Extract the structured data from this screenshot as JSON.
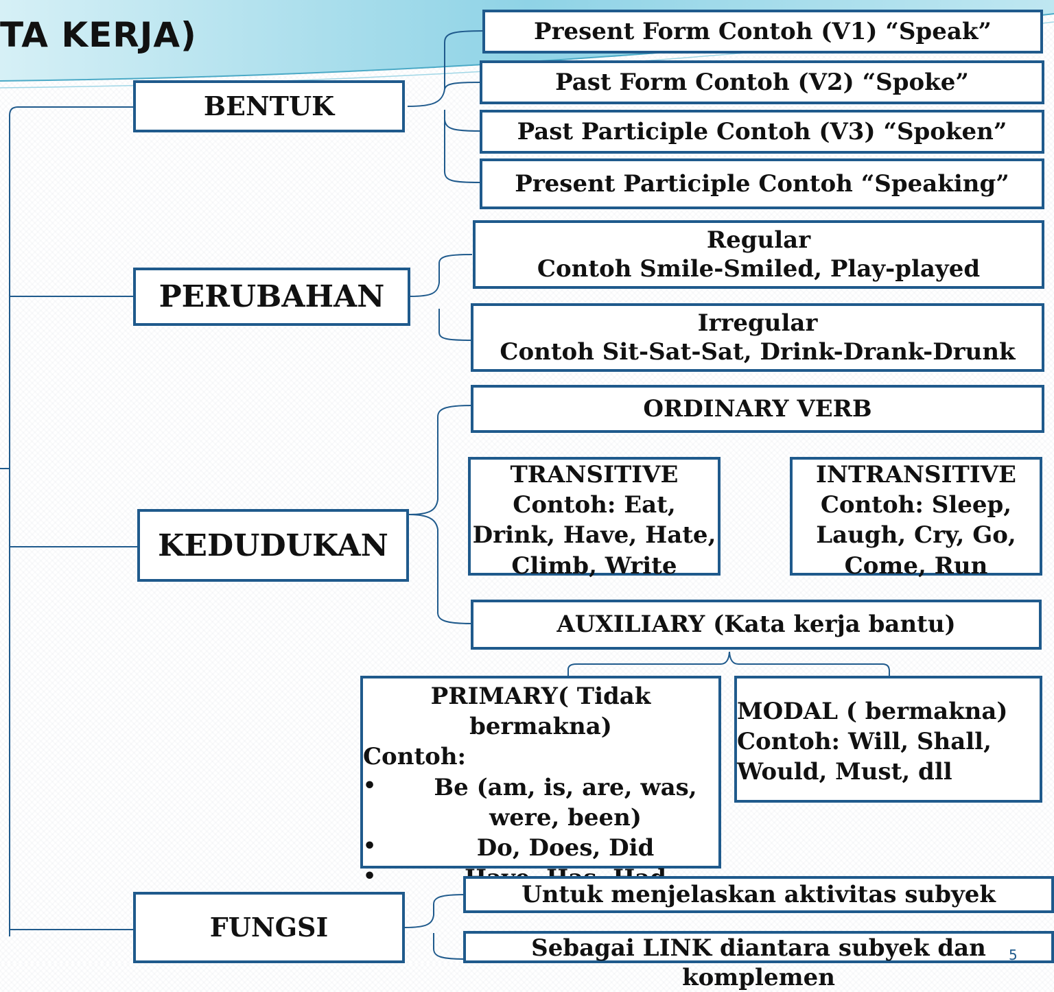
{
  "title": "TA KERJA)",
  "nodes": {
    "bentuk": {
      "label": "BENTUK",
      "items": [
        "Present Form Contoh  (V1) “Speak”",
        "Past Form Contoh  (V2) “Spoke”",
        "Past Participle Contoh  (V3) “Spoken”",
        "Present Participle Contoh “Speaking”"
      ]
    },
    "perubahan": {
      "label": "PERUBAHAN",
      "regular": {
        "title": "Regular",
        "example": "Contoh Smile-Smiled, Play-played"
      },
      "irregular": {
        "title": "Irregular",
        "example": "Contoh Sit-Sat-Sat, Drink-Drank-Drunk"
      }
    },
    "kedudukan": {
      "label": "KEDUDUKAN",
      "ordinary": "ORDINARY VERB",
      "transitive": {
        "title": "TRANSITIVE",
        "example": "Contoh: Eat, Drink, Have, Hate, Climb, Write"
      },
      "intransitive": {
        "title": "INTRANSITIVE",
        "example": "Contoh: Sleep, Laugh, Cry, Go, Come, Run"
      },
      "auxiliary": "AUXILIARY (Kata kerja bantu)",
      "primary": {
        "title": "PRIMARY( Tidak bermakna)",
        "label": "Contoh:",
        "items": [
          "Be (am, is, are, was, were, been)",
          "Do, Does, Did",
          "Have,  Has, Had"
        ]
      },
      "modal": {
        "title": "MODAL ( bermakna)",
        "example": "Contoh: Will, Shall, Would, Must, dll"
      }
    },
    "fungsi": {
      "label": "FUNGSI",
      "items": [
        "Untuk menjelaskan aktivitas subyek",
        "Sebagai LINK diantara subyek dan komplemen"
      ]
    }
  },
  "page_number": "5",
  "colors": {
    "box_border": "#1f5a8c",
    "band": "#a8dce8",
    "connector": "#1f5a8c"
  }
}
